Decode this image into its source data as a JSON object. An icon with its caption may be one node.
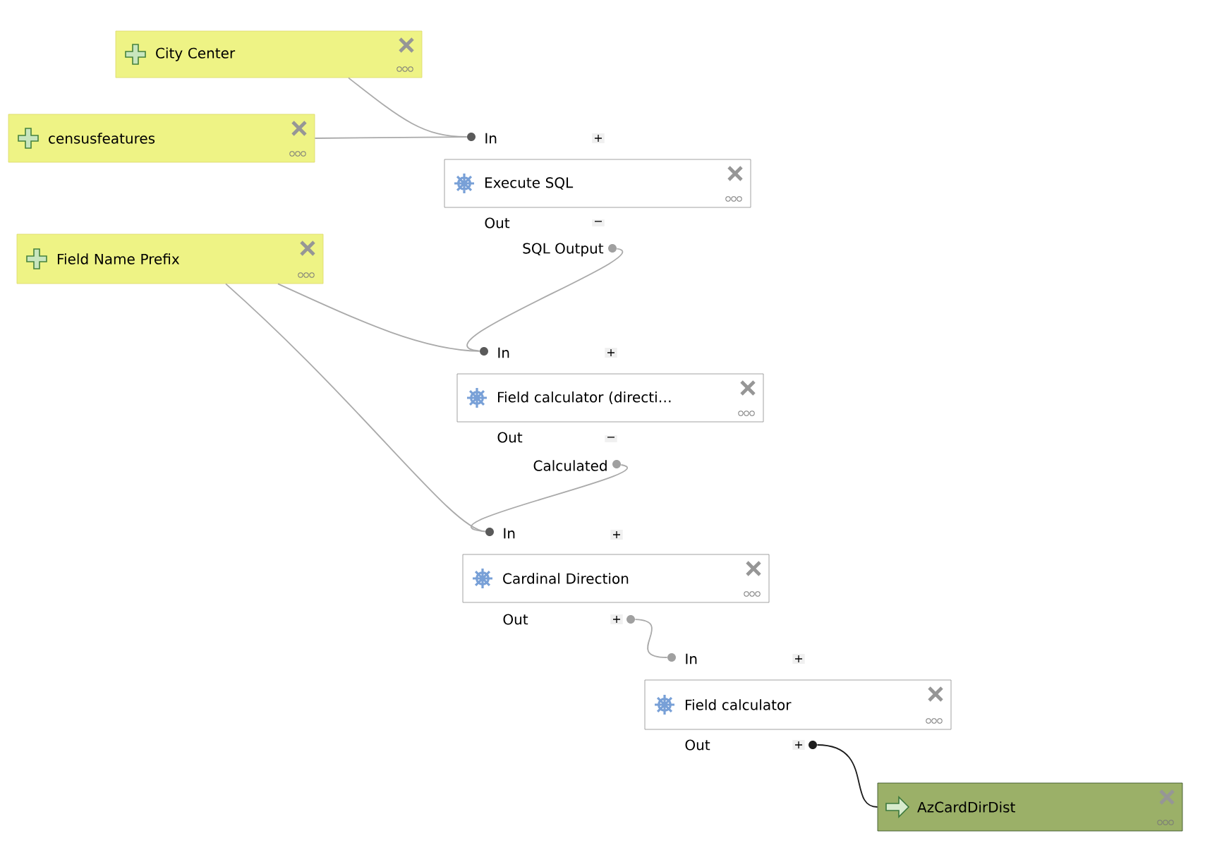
{
  "diagram": {
    "nodes": [
      {
        "text": [
          "City Center"
        ]
      },
      {
        "text": [
          "censusfeatures"
        ]
      },
      {
        "text": [
          "Field Name Prefix"
        ]
      },
      {
        "text": [],
        "shape": "circle",
        "beside": [
          "In"
        ]
      },
      {
        "text": [
          "Execute SQL"
        ]
      },
      {
        "text": [],
        "shape": "circle",
        "beside": [
          "SQL Output"
        ]
      },
      {
        "text": [],
        "shape": "circle",
        "beside": [
          "In"
        ]
      },
      {
        "text": [
          "Field calculator (directi…"
        ]
      },
      {
        "text": [],
        "shape": "circle",
        "beside": [
          "Calculated"
        ]
      },
      {
        "text": [],
        "shape": "circle",
        "beside": [
          "In"
        ]
      },
      {
        "text": [
          "Cardinal Direction"
        ]
      },
      {
        "text": [],
        "shape": "circle"
      },
      {
        "text": [],
        "shape": "circle",
        "beside": [
          "In"
        ]
      },
      {
        "text": [
          "Field calculator"
        ]
      },
      {
        "text": [],
        "shape": "circle"
      },
      {
        "text": [
          "AzCardDirDist"
        ]
      }
    ],
    "edges": [
      {
        "from": 0,
        "to": 3,
        "arrow": "none"
      },
      {
        "from": 1,
        "to": 3,
        "arrow": "none"
      },
      {
        "from": 5,
        "to": 6,
        "arrow": "none"
      },
      {
        "from": 2,
        "to": 6,
        "arrow": "none"
      },
      {
        "from": 8,
        "to": 9,
        "arrow": "none"
      },
      {
        "from": 2,
        "to": 9,
        "arrow": "none"
      },
      {
        "from": 11,
        "to": 12,
        "arrow": "none"
      },
      {
        "from": 14,
        "to": 15,
        "arrow": "none",
        "color": "#1a1a1a"
      }
    ],
    "labels": [
      "+",
      "Out",
      "−",
      "+",
      "Out",
      "−",
      "+",
      "Out",
      "+",
      "+",
      "Out",
      "+"
    ]
  }
}
